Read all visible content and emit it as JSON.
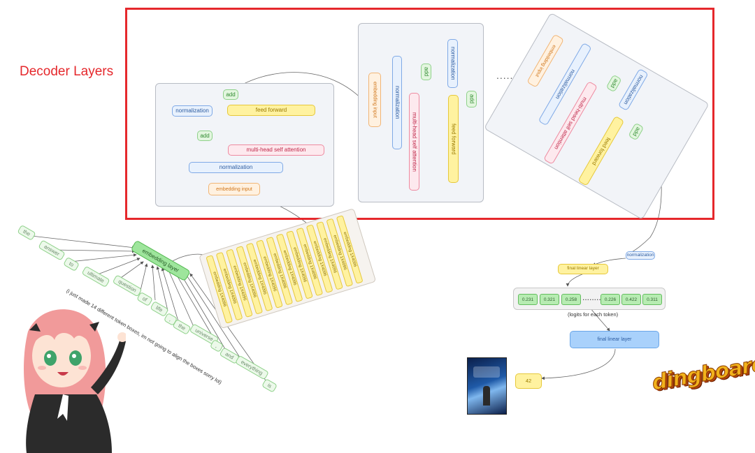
{
  "title": "Decoder Layers",
  "labels": {
    "embedding_input": "embedding input",
    "normalization": "normalization",
    "multi_head": "multi-head self attention",
    "feed_forward": "feed forward",
    "add": "add",
    "ellipsis": "........",
    "embedding_layer": "embedding layer",
    "embedding_cell": "embedding 1X4096",
    "final_linear_layer": "final linear layer",
    "logits_caption": "(logits for each token)",
    "answer": "42",
    "sticker": "dingboard!!",
    "token_note": "(i just made 14 different token boxes, im not going to align the boxes sorry lol)"
  },
  "tokens": [
    "the",
    "answer",
    "to",
    "ultimate",
    "question",
    "of",
    "life",
    ",",
    "the",
    "universe",
    ",",
    "and",
    "everything",
    "is"
  ],
  "logits": [
    "0.231",
    "0.321",
    "0.258",
    "0.226",
    "0.422",
    "0.311"
  ],
  "logit_ellipsis": ".........",
  "colors": {
    "highlight_frame": "#e5282c",
    "title_text": "#e5282c",
    "normalization": "#7fa9e6",
    "attention": "#ee8aa0",
    "feed_forward": "#e6c83a",
    "add": "#8fd18a",
    "embedding_input": "#f1b575"
  }
}
